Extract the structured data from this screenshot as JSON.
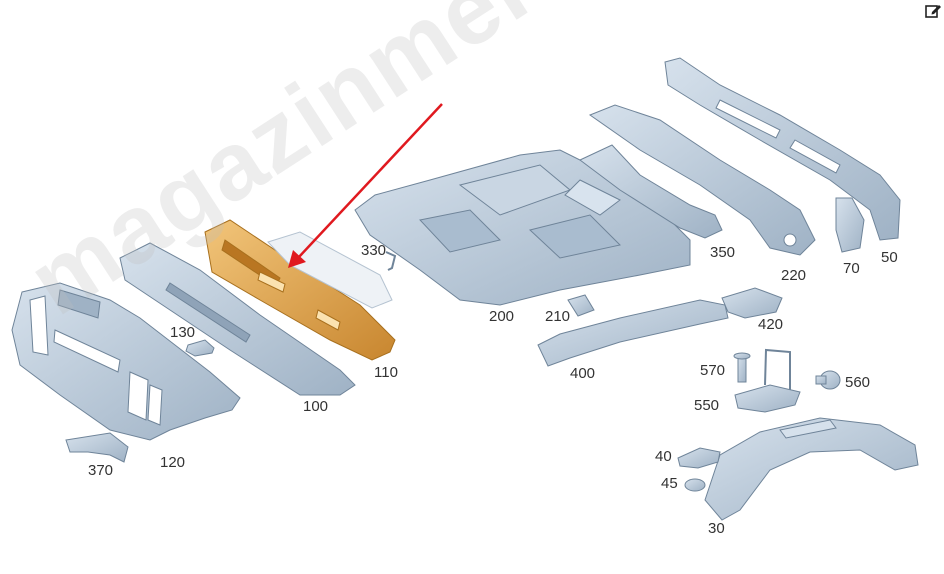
{
  "watermark": "magazinmercedes.ru",
  "colors": {
    "part_fill": "#b9c9d9",
    "part_stroke": "#6f8499",
    "part_shadow": "#8fa3b8",
    "highlight_fill": "#e2a94f",
    "highlight_stroke": "#a8701e",
    "arrow": "#e0191f",
    "label": "#333333"
  },
  "edit_icon": "pencil-square-icon",
  "callouts": [
    "30",
    "40",
    "45",
    "50",
    "70",
    "100",
    "110",
    "120",
    "130",
    "200",
    "210",
    "220",
    "330",
    "350",
    "370",
    "400",
    "420",
    "550",
    "560",
    "570"
  ]
}
